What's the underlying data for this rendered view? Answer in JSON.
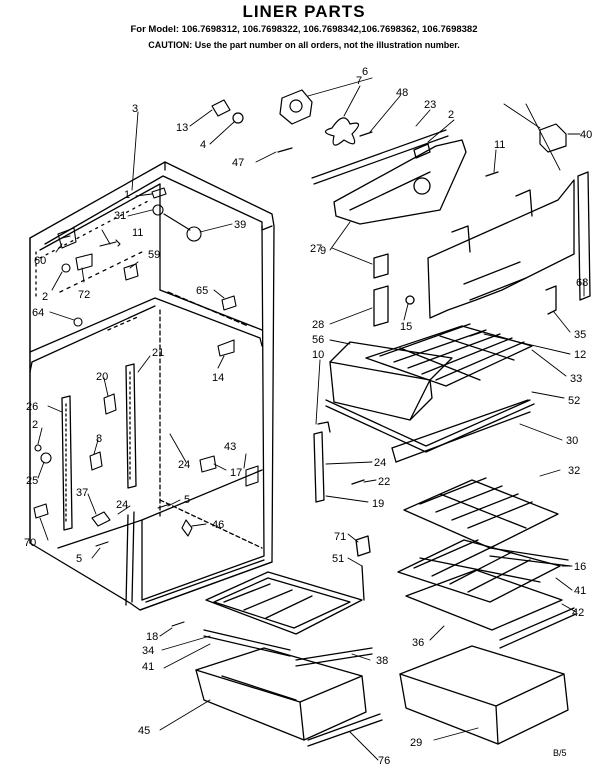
{
  "header": {
    "title": "LINER PARTS",
    "models": "For Model: 106.7698312, 106.7698322, 106.7698342,106.7698362, 106.7698382",
    "caution": "CAUTION: Use the part number on all orders, not the illustration number."
  },
  "footer": {
    "page_code": "B/5"
  },
  "callouts": {
    "c3": "3",
    "c13": "13",
    "c4": "4",
    "c6": "6",
    "c7": "7",
    "c48": "48",
    "c23": "23",
    "c2a": "2",
    "c40": "40",
    "c47": "47",
    "c11a": "11",
    "c1": "1",
    "c31": "31",
    "c39": "39",
    "c60": "60",
    "c11b": "11",
    "c59": "59",
    "c9": "9",
    "c27": "27",
    "c68": "68",
    "c2b": "2",
    "c72": "72",
    "c65": "65",
    "c64": "64",
    "c28": "28",
    "c15": "15",
    "c35": "35",
    "c56": "56",
    "c10": "10",
    "c12": "12",
    "c21": "21",
    "c14": "14",
    "c33": "33",
    "c20": "20",
    "c26": "26",
    "c52": "52",
    "c2c": "2",
    "c8": "8",
    "c30": "30",
    "c24a": "24",
    "c43": "43",
    "c24b": "24",
    "c22": "22",
    "c25": "25",
    "c17": "17",
    "c32": "32",
    "c37": "37",
    "c24c": "24",
    "c5a": "5",
    "c19": "19",
    "c46": "46",
    "c70": "70",
    "c5b": "5",
    "c71": "71",
    "c16": "16",
    "c51": "51",
    "c41a": "41",
    "c42": "42",
    "c18": "18",
    "c34": "34",
    "c41b": "41",
    "c36": "36",
    "c38": "38",
    "c45": "45",
    "c29": "29",
    "c76": "76"
  }
}
